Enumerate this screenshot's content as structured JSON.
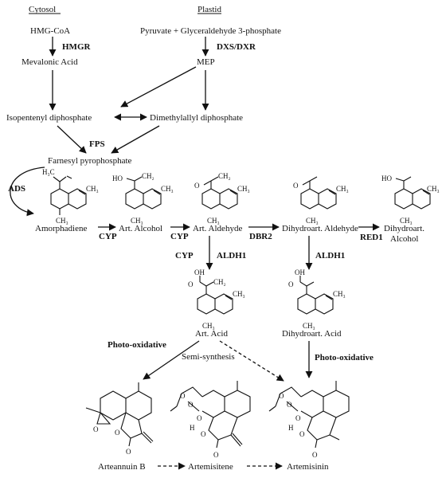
{
  "compartments": {
    "cytosol": "Cytosol",
    "plastid": "Plastid"
  },
  "compounds": {
    "hmg_coa": "HMG-CoA",
    "pyruvate_g3p": "Pyruvate + Glyceraldehyde 3-phosphate",
    "mevalonic_acid": "Mevalonic Acid",
    "mep": "MEP",
    "ipp": "Isopentenyl diphosphate",
    "dmapp": "Dimethylallyl diphosphate",
    "fpp": "Farnesyl pyrophosphate",
    "amorphadiene": "Amorphadiene",
    "art_alcohol": "Art. Alcohol",
    "art_aldehyde": "Art. Aldehyde",
    "dihydro_aldehyde": "Dihydroart. Aldehyde",
    "dihydro_alcohol_1": "Dihydroart.",
    "dihydro_alcohol_2": "Alcohol",
    "art_acid": "Art. Acid",
    "dihydro_acid": "Dihydroart. Acid",
    "arteannuin_b": "Arteannuin B",
    "artemisitene": "Artemisitene",
    "artemisinin": "Artemisinin"
  },
  "enzymes": {
    "hmgr": "HMGR",
    "dxs_dxr": "DXS/DXR",
    "fps": "FPS",
    "ads": "ADS",
    "cyp1": "CYP",
    "cyp2": "CYP",
    "dbr2": "DBR2",
    "red1": "RED1",
    "cyp3": "CYP",
    "aldh1a": "ALDH1",
    "aldh1b": "ALDH1"
  },
  "processes": {
    "photo_left": "Photo-oxidative",
    "photo_right": "Photo-oxidative",
    "semi_synthesis": "Semi-synthesis"
  },
  "atoms": {
    "h3c": "H₃C",
    "ch3": "CH₃",
    "ch2": "CH₂",
    "ho": "HO",
    "oh": "OH",
    "o": "O",
    "h": "H"
  }
}
